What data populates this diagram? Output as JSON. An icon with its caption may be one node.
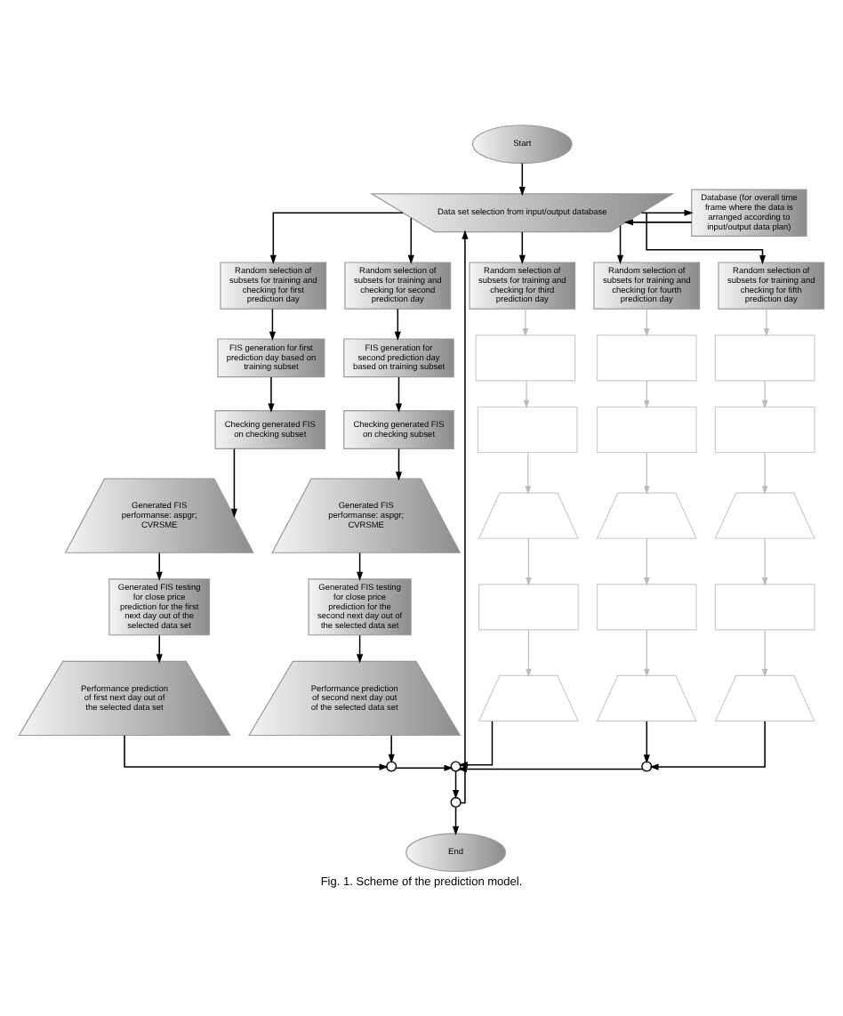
{
  "diagram": {
    "caption": "Fig. 1. Scheme of the prediction model.",
    "nodes": [
      {
        "text": [
          "Start"
        ]
      },
      {
        "text": [
          "Data set selection from input/output database"
        ]
      },
      {
        "text": [
          "Database (for overall time frame where the data is arranged according to input/output data plan)"
        ]
      },
      {
        "text": [
          "Random selection of subsets for training and checking for first prediction day"
        ]
      },
      {
        "text": [
          "Random selection of subsets for training and checking for second prediction day"
        ]
      },
      {
        "text": [
          "Random selection of subsets for training and checking for third prediction day"
        ]
      },
      {
        "text": [
          "Random selection of subsets for training and checking for fourth prediction day"
        ]
      },
      {
        "text": [
          "Random selection of subsets for training and checking for fifth prediction day"
        ]
      },
      {
        "text": [
          "FIS generation for first prediction day based on training subset"
        ]
      },
      {
        "text": [
          "FIS generation for second prediction day based on training subset"
        ]
      },
      {
        "text": [],
        "shape": "box"
      },
      {
        "text": [],
        "shape": "box"
      },
      {
        "text": [],
        "shape": "box"
      },
      {
        "text": [
          "Checking generated FIS on checking subset"
        ]
      },
      {
        "text": [
          "Checking generated FIS on checking subset"
        ]
      },
      {
        "text": [],
        "shape": "box"
      },
      {
        "text": [],
        "shape": "box"
      },
      {
        "text": [],
        "shape": "box"
      },
      {
        "text": [
          "Generated FIS performanse: aspgr; CVRSME"
        ]
      },
      {
        "text": [
          "Generated FIS performanse: aspgr; CVRSME"
        ]
      },
      {
        "text": [],
        "shape": "trapezoid"
      },
      {
        "text": [],
        "shape": "trapezoid"
      },
      {
        "text": [],
        "shape": "trapezoid"
      },
      {
        "text": [
          "Generated FIS testing for close price prediction for the first next day out of the selected data set"
        ]
      },
      {
        "text": [
          "Generated FIS testing for close price prediction for the second next day out of the selected data set"
        ]
      },
      {
        "text": [],
        "shape": "box"
      },
      {
        "text": [],
        "shape": "box"
      },
      {
        "text": [],
        "shape": "box"
      },
      {
        "text": [
          "Performance prediction of first next day out of the selected data set"
        ]
      },
      {
        "text": [
          "Performance prediction of second next day out of the selected data set"
        ]
      },
      {
        "text": [],
        "shape": "trapezoid"
      },
      {
        "text": [],
        "shape": "trapezoid"
      },
      {
        "text": [],
        "shape": "trapezoid"
      },
      {
        "text": [],
        "shape": "circle"
      },
      {
        "text": [],
        "shape": "circle"
      },
      {
        "text": [],
        "shape": "circle"
      },
      {
        "text": [],
        "shape": "circle"
      },
      {
        "text": [
          "End"
        ]
      }
    ],
    "edges": [
      {
        "from": 0,
        "to": 1,
        "arrow": "to"
      },
      {
        "from": 2,
        "to": 1,
        "arrow": "to"
      },
      {
        "from": 1,
        "to": 2,
        "arrow": "to"
      },
      {
        "from": 1,
        "to": 3,
        "arrow": "to"
      },
      {
        "from": 1,
        "to": 4,
        "arrow": "to"
      },
      {
        "from": 1,
        "to": 5,
        "arrow": "to"
      },
      {
        "from": 1,
        "to": 6,
        "arrow": "to"
      },
      {
        "from": 1,
        "to": 7,
        "arrow": "to"
      },
      {
        "from": 3,
        "to": 8,
        "arrow": "to"
      },
      {
        "from": 4,
        "to": 9,
        "arrow": "to"
      },
      {
        "from": 5,
        "to": 10,
        "arrow": "to",
        "color": "#bbbbbb"
      },
      {
        "from": 6,
        "to": 11,
        "arrow": "to",
        "color": "#bbbbbb"
      },
      {
        "from": 7,
        "to": 12,
        "arrow": "to",
        "color": "#bbbbbb"
      },
      {
        "from": 8,
        "to": 13,
        "arrow": "to"
      },
      {
        "from": 9,
        "to": 14,
        "arrow": "to"
      },
      {
        "from": 10,
        "to": 15,
        "arrow": "to",
        "color": "#bbbbbb"
      },
      {
        "from": 11,
        "to": 16,
        "arrow": "to",
        "color": "#bbbbbb"
      },
      {
        "from": 12,
        "to": 17,
        "arrow": "to",
        "color": "#bbbbbb"
      },
      {
        "from": 13,
        "to": 18,
        "arrow": "to"
      },
      {
        "from": 14,
        "to": 19,
        "arrow": "to"
      },
      {
        "from": 15,
        "to": 20,
        "arrow": "to",
        "color": "#bbbbbb"
      },
      {
        "from": 16,
        "to": 21,
        "arrow": "to",
        "color": "#bbbbbb"
      },
      {
        "from": 17,
        "to": 22,
        "arrow": "to",
        "color": "#bbbbbb"
      },
      {
        "from": 18,
        "to": 23,
        "arrow": "to"
      },
      {
        "from": 19,
        "to": 24,
        "arrow": "to"
      },
      {
        "from": 20,
        "to": 25,
        "arrow": "to",
        "color": "#bbbbbb"
      },
      {
        "from": 21,
        "to": 26,
        "arrow": "to",
        "color": "#bbbbbb"
      },
      {
        "from": 22,
        "to": 27,
        "arrow": "to",
        "color": "#bbbbbb"
      },
      {
        "from": 23,
        "to": 28,
        "arrow": "to"
      },
      {
        "from": 24,
        "to": 29,
        "arrow": "to"
      },
      {
        "from": 25,
        "to": 30,
        "arrow": "to",
        "color": "#bbbbbb"
      },
      {
        "from": 26,
        "to": 31,
        "arrow": "to",
        "color": "#bbbbbb"
      },
      {
        "from": 27,
        "to": 32,
        "arrow": "to",
        "color": "#bbbbbb"
      },
      {
        "from": 28,
        "to": 33,
        "arrow": "to"
      },
      {
        "from": 29,
        "to": 33,
        "arrow": "to"
      },
      {
        "from": 33,
        "to": 34,
        "arrow": "to"
      },
      {
        "from": 30,
        "to": 34,
        "arrow": "to"
      },
      {
        "from": 35,
        "to": 34,
        "arrow": "to"
      },
      {
        "from": 31,
        "to": 35,
        "arrow": "to"
      },
      {
        "from": 32,
        "to": 35,
        "arrow": "to"
      },
      {
        "from": 34,
        "to": 36,
        "arrow": "to"
      },
      {
        "from": 36,
        "to": 37,
        "arrow": "to"
      },
      {
        "from": 36,
        "to": 1,
        "arrow": "to"
      }
    ]
  }
}
